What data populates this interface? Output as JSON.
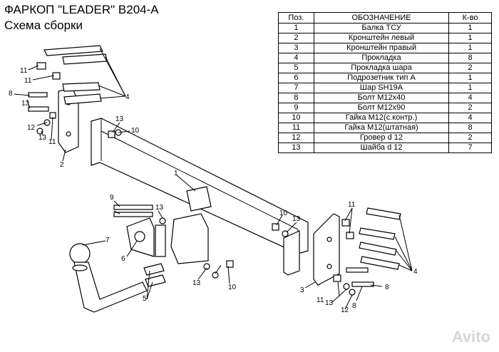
{
  "header": {
    "title": "ФАРКОП \"LEADER\" B204-A",
    "subtitle": "Схема сборки"
  },
  "table": {
    "headers": [
      "Поз.",
      "ОБОЗНАЧЕНИЕ",
      "К-во"
    ],
    "rows": [
      [
        "1",
        "Балка ТСУ",
        "1"
      ],
      [
        "2",
        "Кронштейн левый",
        "1"
      ],
      [
        "3",
        "Кронштейн правый",
        "1"
      ],
      [
        "4",
        "Прокладка",
        "8"
      ],
      [
        "5",
        "Прокладка шара",
        "2"
      ],
      [
        "6",
        "Подрозетник тип А",
        "1"
      ],
      [
        "7",
        "Шар SH19A",
        "1"
      ],
      [
        "8",
        "Болт M12x40",
        "4"
      ],
      [
        "9",
        "Болт M12x90",
        "2"
      ],
      [
        "10",
        "Гайка М12(с.контр.)",
        "4"
      ],
      [
        "11",
        "Гайка М12(штатная)",
        "8"
      ],
      [
        "12",
        "Гровер d 12",
        "2"
      ],
      [
        "13",
        "Шайба d 12",
        "7"
      ]
    ]
  },
  "callouts": {
    "l1": "1",
    "l2": "2",
    "l3": "3",
    "l4a": "4",
    "l4b": "4",
    "l5": "5",
    "l6": "6",
    "l7": "7",
    "l8a": "8",
    "l8b": "8",
    "l9": "9",
    "l10a": "10",
    "l10b": "10",
    "l10c": "10",
    "l11a": "11",
    "l11b": "11",
    "l11c": "11",
    "l11d": "11",
    "l11e": "11",
    "l12a": "12",
    "l12b": "12",
    "l13a": "13",
    "l13b": "13",
    "l13c": "13",
    "l13d": "13",
    "l13e": "13",
    "l13f": "13"
  },
  "watermark": "Avito"
}
